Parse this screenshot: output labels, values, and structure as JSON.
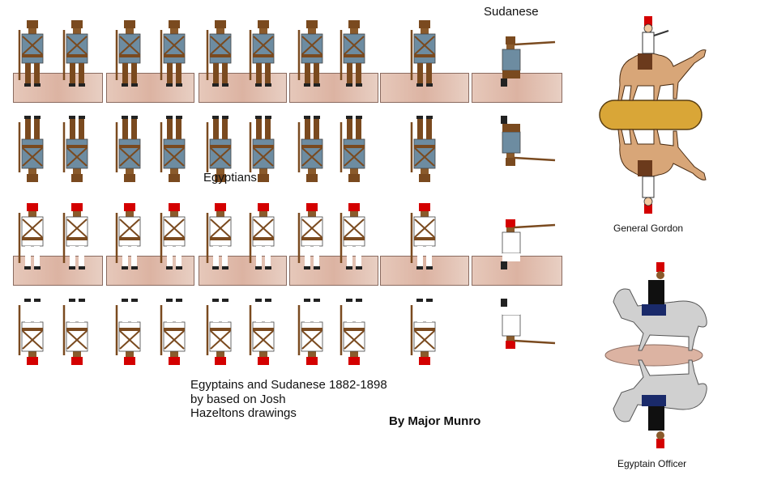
{
  "labels": {
    "sudanese": "Sudanese",
    "egyptians": "Egyptians",
    "general_gordon": "General Gordon",
    "egyptian_officer": "Egyptain Officer",
    "credit_line_1": "Egyptains and Sudanese 1882-1898",
    "credit_line_2": "by  based on Josh",
    "credit_line_3": "Hazeltons drawings",
    "author": "By Major Munro"
  },
  "colors": {
    "sudanese_tunic": "#6d8ca1",
    "egyptian_tunic": "#ffffff",
    "fez": "#d40000",
    "skin": "#8a5a2b",
    "belt": "#7a4a1f",
    "strip": "#dcb3a2",
    "camel": "#d8a678",
    "horse": "#d0d0d0",
    "camel_base": "#d9a637"
  }
}
